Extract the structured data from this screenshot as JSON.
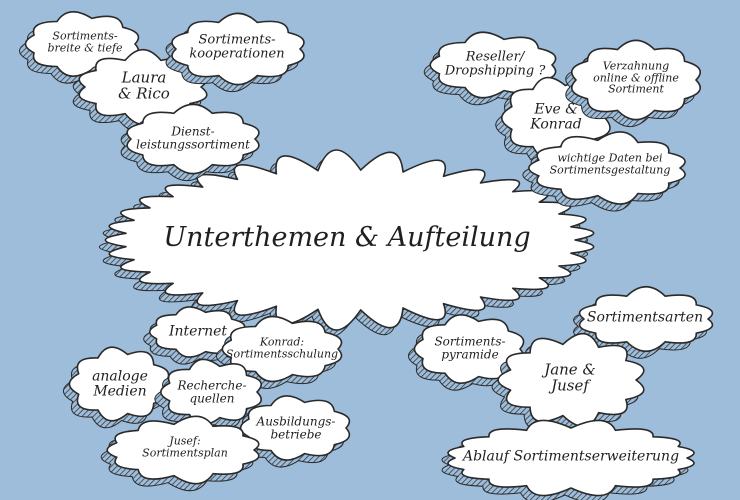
{
  "center": {
    "title": "Unterthemen & Aufteilung"
  },
  "clouds": {
    "sortiment_breite": {
      "line1": "Sortiments-",
      "line2": "breite & tiefe"
    },
    "laura_rico": {
      "line1": "Laura",
      "line2": "& Rico"
    },
    "sortiments_koop": {
      "line1": "Sortiments-",
      "line2": "kooperationen"
    },
    "dienst": {
      "line1": "Dienst-",
      "line2": "leistungssortiment"
    },
    "reseller": {
      "line1": "Reseller/",
      "line2": "Dropshipping ?"
    },
    "eve_konrad": {
      "line1": "Eve &",
      "line2": "Konrad"
    },
    "verzahnung": {
      "line1": "Verzahnung",
      "line2": "online & offline",
      "line3": "Sortiment"
    },
    "daten": {
      "line1": "wichtige Daten bei",
      "line2": "Sortimentsgestaltung"
    },
    "internet": {
      "line1": "Internet"
    },
    "konrad_schulung": {
      "line1": "Konrad:",
      "line2": "Sortimentsschulung"
    },
    "analoge": {
      "line1": "analoge",
      "line2": "Medien"
    },
    "recherche": {
      "line1": "Recherche-",
      "line2": "quellen"
    },
    "ausbildung": {
      "line1": "Ausbildungs-",
      "line2": "betriebe"
    },
    "jusef_plan": {
      "line1": "Jusef:",
      "line2": "Sortimentsplan"
    },
    "pyramide": {
      "line1": "Sortiments-",
      "line2": "pyramide"
    },
    "sortimentsarten": {
      "line1": "Sortimentsarten"
    },
    "jane_jusef": {
      "line1": "Jane &",
      "line2": "Jusef"
    },
    "ablauf": {
      "line1": "Ablauf Sortimentserweiterung"
    }
  },
  "colors": {
    "background": "#9dbddb",
    "cloud_fill": "#ffffff",
    "outline": "#2a2a2a",
    "shadow": "#555555"
  }
}
